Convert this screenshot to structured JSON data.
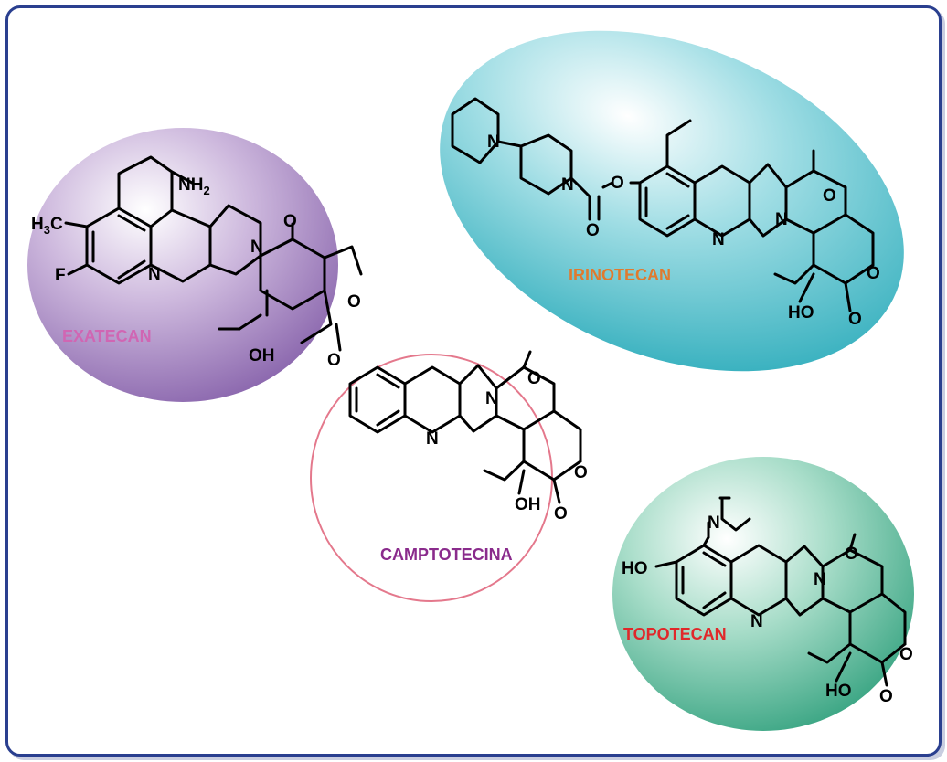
{
  "molecules": {
    "exatecan": {
      "name": "EXATECAN",
      "name_color": "#d066b3",
      "atoms": {
        "amine": "NH",
        "amine_sub": "2",
        "methyl": "H",
        "methyl_sub": "3",
        "methyl_c": "C",
        "fluoro": "F",
        "n_ring": "N",
        "n_lactam": "N",
        "o_carbonyl": "O",
        "o_ring": "O",
        "o_lactone": "O",
        "hydroxyl": "OH"
      }
    },
    "irinotecan": {
      "name": "IRINOTECAN",
      "name_color": "#e07a2e",
      "atoms": {
        "n_piperidine": "N",
        "n_piperidine2": "N",
        "o_ester": "O",
        "o_carbamate": "O",
        "n_ring": "N",
        "n_lactam": "N",
        "o_carbonyl": "O",
        "o_ring": "O",
        "o_lactone": "O",
        "hydroxyl": "HO"
      }
    },
    "camptotecina": {
      "name": "CAMPTOTECINA",
      "name_color": "#8a2b8c",
      "atoms": {
        "n_ring": "N",
        "n_lactam": "N",
        "o_carbonyl": "O",
        "o_ring": "O",
        "o_lactone": "O",
        "hydroxyl": "OH"
      }
    },
    "topotecan": {
      "name": "TOPOTECAN",
      "name_color": "#e0282a",
      "atoms": {
        "n_dimethyl": "N",
        "hydroxyl_ar": "HO",
        "n_ring": "N",
        "n_lactam": "N",
        "o_carbonyl": "O",
        "o_ring": "O",
        "o_lactone": "O",
        "hydroxyl": "HO"
      }
    }
  }
}
